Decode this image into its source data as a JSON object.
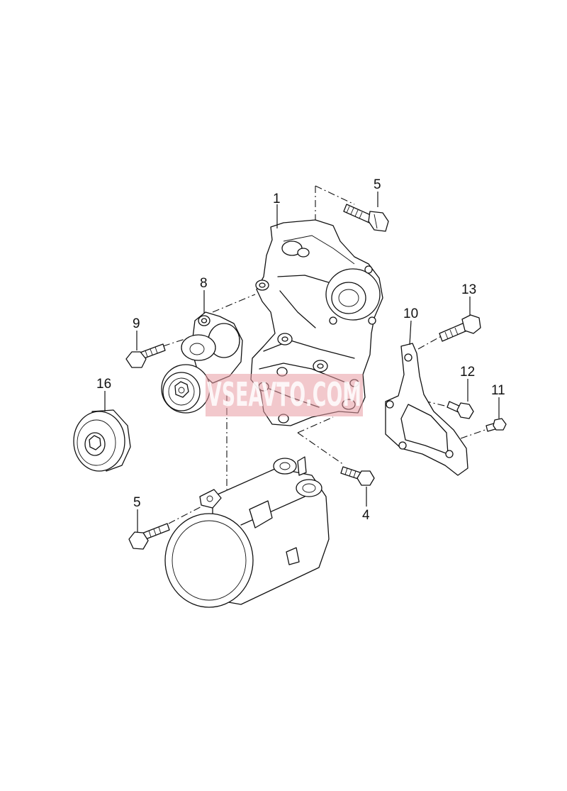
{
  "diagram": {
    "type": "exploded parts diagram",
    "callouts": [
      {
        "id": "c1",
        "label": "1",
        "part": "bracket"
      },
      {
        "id": "c5a",
        "label": "5",
        "part": "bolt"
      },
      {
        "id": "c8",
        "label": "8",
        "part": "belt-tensioner"
      },
      {
        "id": "c9",
        "label": "9",
        "part": "bolt"
      },
      {
        "id": "c13",
        "label": "13",
        "part": "bolt"
      },
      {
        "id": "c10",
        "label": "10",
        "part": "support-bracket"
      },
      {
        "id": "c12",
        "label": "12",
        "part": "bolt"
      },
      {
        "id": "c11",
        "label": "11",
        "part": "bolt"
      },
      {
        "id": "c16",
        "label": "16",
        "part": "idler-pulley"
      },
      {
        "id": "c5b",
        "label": "5",
        "part": "bolt"
      },
      {
        "id": "c4",
        "label": "4",
        "part": "bolt"
      }
    ]
  },
  "watermark": {
    "text": "VSEAVTO.COM",
    "color": "#e79aa3"
  }
}
